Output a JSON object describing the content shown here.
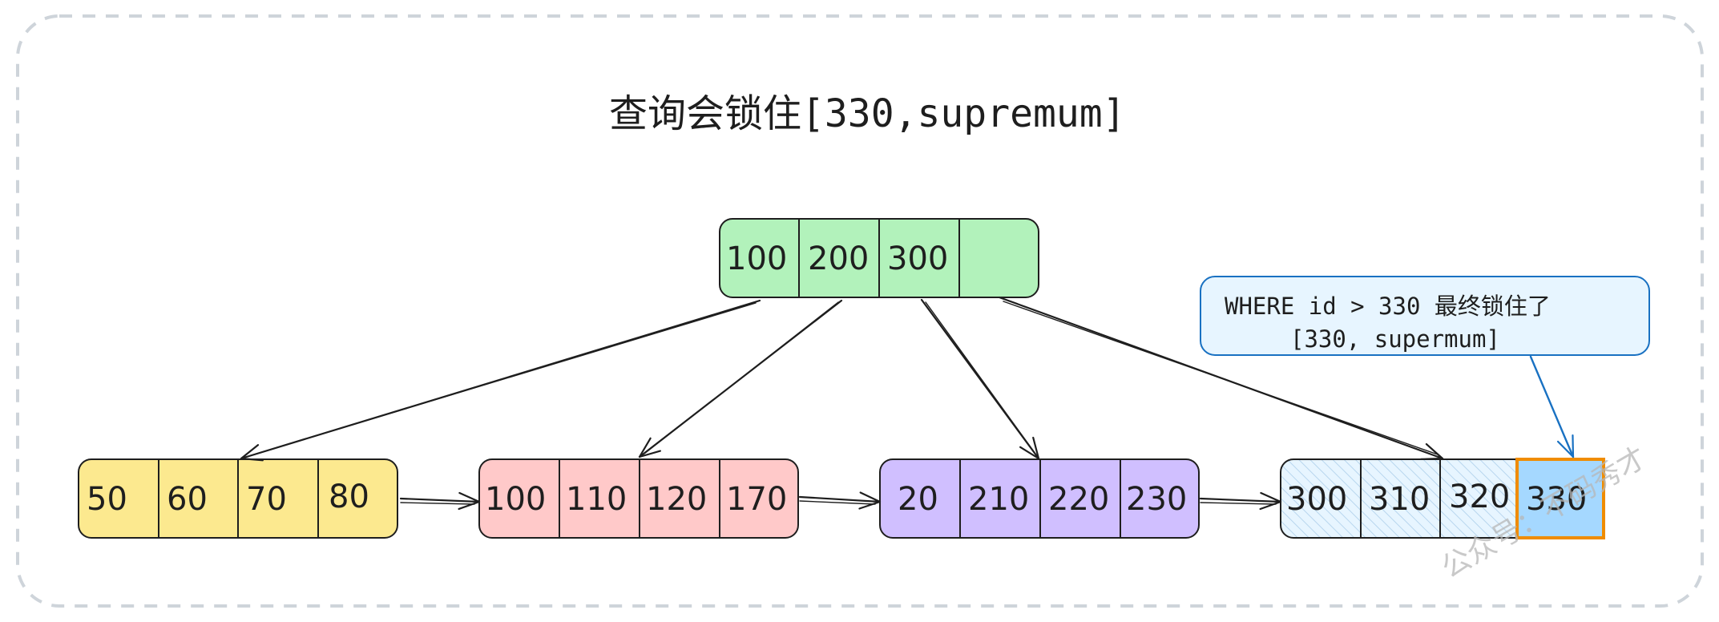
{
  "title": "查询会锁住[330,supremum]",
  "root_node": {
    "keys": [
      "100",
      "200",
      "300",
      ""
    ]
  },
  "leaf_nodes": [
    {
      "keys": [
        "50",
        "60",
        "70",
        "80"
      ],
      "fill": "#fce98f"
    },
    {
      "keys": [
        "100",
        "110",
        "120",
        "170"
      ],
      "fill": "#ffc9c9"
    },
    {
      "keys": [
        "20",
        "210",
        "220",
        "230"
      ],
      "fill": "#d0bfff"
    },
    {
      "keys": [
        "300",
        "310",
        "320",
        "330"
      ],
      "fill": "#e7f5ff"
    }
  ],
  "annotation": {
    "line1": "WHERE id > 330 最终锁住了",
    "line2": "[330, supermum]"
  },
  "watermark": "公众号：不码秀才",
  "colors": {
    "root_fill": "#b2f2bb",
    "leaf_hatch_fill": "#e7f5ff",
    "locked_fill": "#a5d8ff",
    "locked_border": "#f08c00",
    "callout_fill": "#e7f5ff",
    "callout_border": "#1971c2",
    "frame_border": "#ced4da"
  }
}
